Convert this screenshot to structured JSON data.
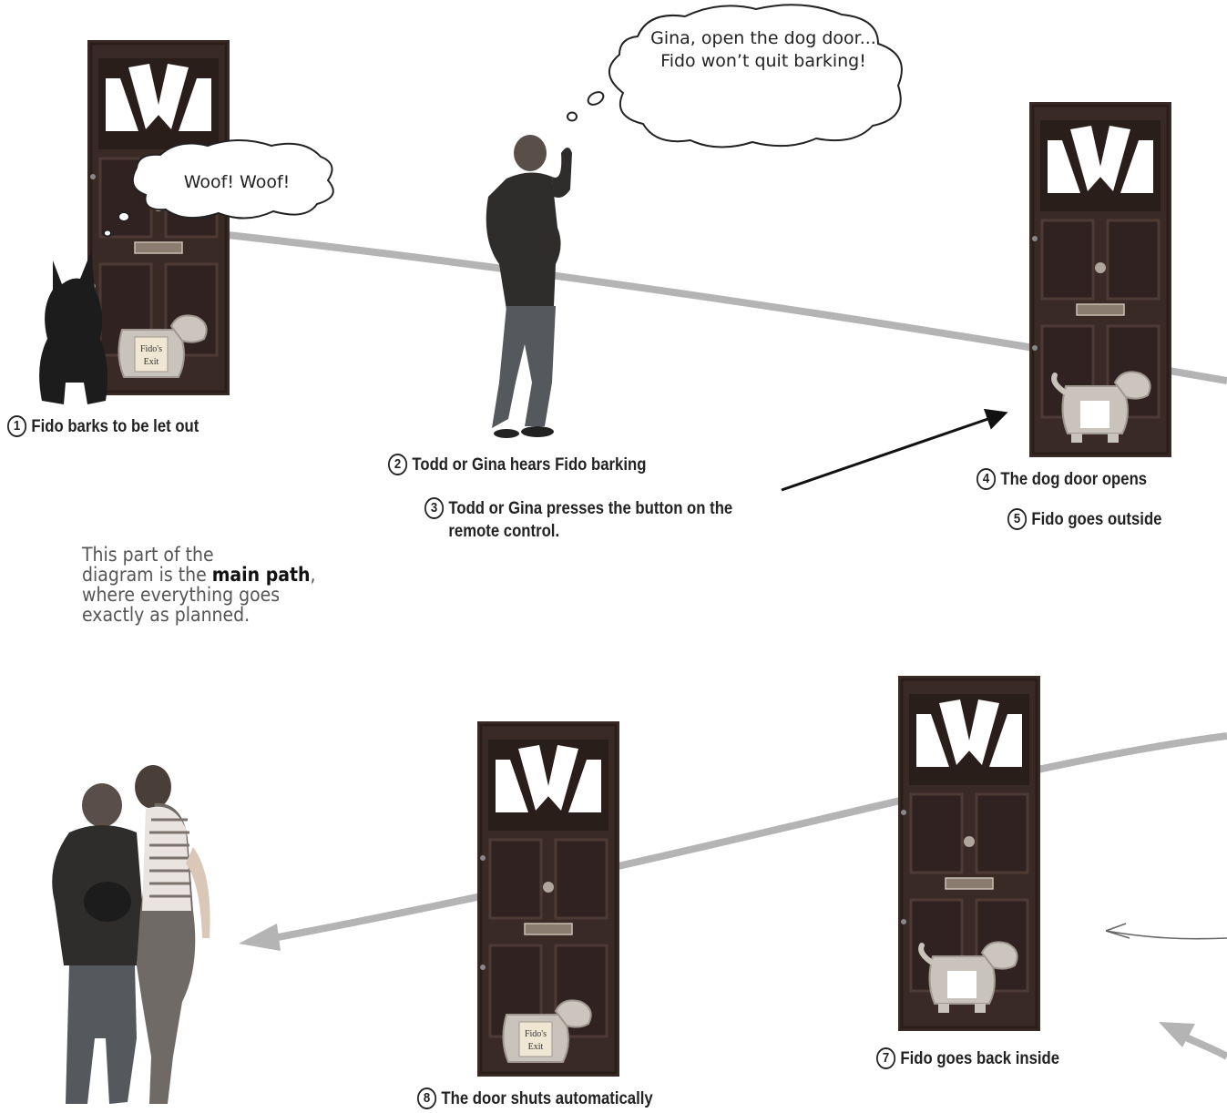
{
  "bubbles": {
    "fido": "Woof! Woof!",
    "todd": "Gina, open the dog door... Fido won’t quit barking!"
  },
  "door_sign": {
    "line1": "Fido's",
    "line2": "Exit"
  },
  "steps": [
    {
      "num": "1",
      "text": "Fido barks to be let out"
    },
    {
      "num": "2",
      "text": "Todd or Gina hears Fido barking"
    },
    {
      "num": "3",
      "text": "Todd or Gina presses the button on the remote control."
    },
    {
      "num": "4",
      "text": "The dog door opens"
    },
    {
      "num": "5",
      "text": "Fido goes outside"
    },
    {
      "num": "7",
      "text": "Fido goes back inside"
    },
    {
      "num": "8",
      "text": "The door shuts automatically"
    }
  ],
  "annotation": {
    "line1": "This part of the",
    "line2_pre": "diagram is the ",
    "line2_bold": "main path",
    "line2_post": ",",
    "line3": "where everything goes",
    "line4": "exactly as planned."
  }
}
